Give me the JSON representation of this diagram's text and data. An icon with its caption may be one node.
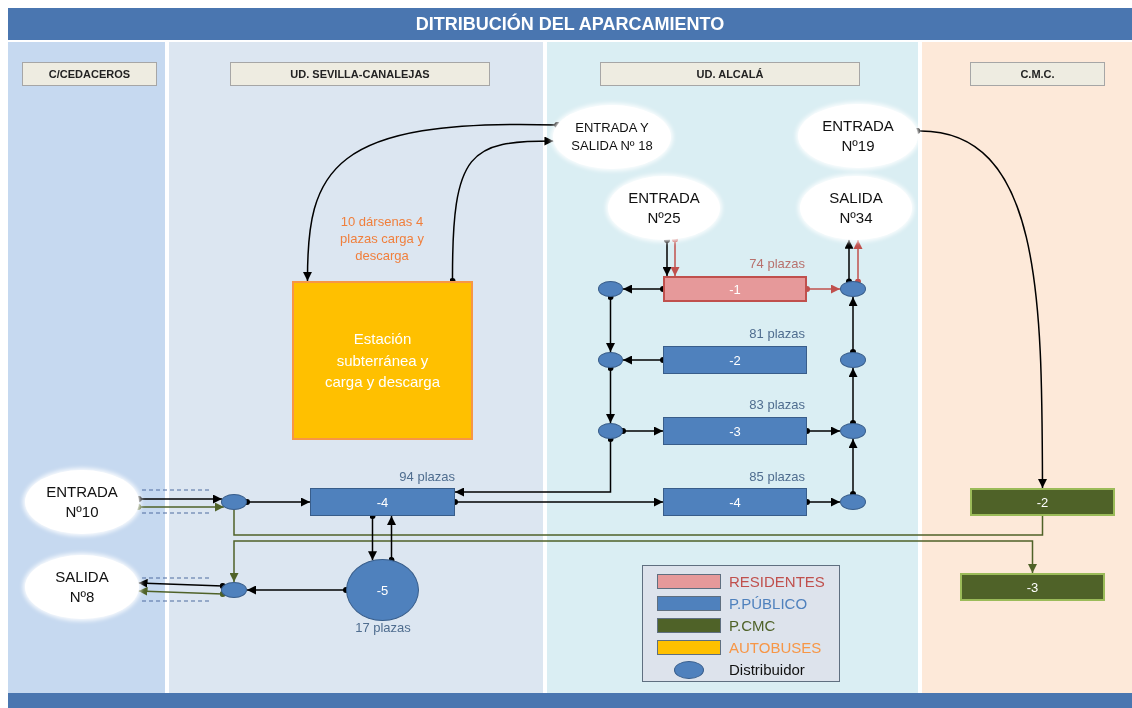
{
  "diagram": {
    "title": "DITRIBUCIÓN DEL APARCAMIENTO",
    "nodes": [
      {
        "text": [
          "C/CEDACEROS"
        ]
      },
      {
        "text": [
          "UD. SEVILLA-CANALEJAS"
        ]
      },
      {
        "text": [
          "UD. ALCALÁ"
        ]
      },
      {
        "text": [
          "C.M.C."
        ]
      },
      {
        "text": [
          "ENTRADA Y SALIDA Nº 18"
        ]
      },
      {
        "text": [
          "ENTRADA Nº19"
        ]
      },
      {
        "text": [
          "ENTRADA Nº25"
        ]
      },
      {
        "text": [
          "SALIDA Nº34"
        ]
      },
      {
        "text": [
          "Estación subterránea y carga y descarga"
        ],
        "beside": [
          "10 dársenas 4 plazas carga y descarga"
        ]
      },
      {
        "text": [],
        "shape": "circle"
      },
      {
        "text": [
          "-1"
        ],
        "beside": [
          "74 plazas"
        ]
      },
      {
        "text": [],
        "shape": "circle"
      },
      {
        "text": [],
        "shape": "circle"
      },
      {
        "text": [
          "-2"
        ],
        "beside": [
          "81 plazas"
        ]
      },
      {
        "text": [],
        "shape": "circle"
      },
      {
        "text": [],
        "shape": "circle"
      },
      {
        "text": [
          "-3"
        ],
        "beside": [
          "83 plazas"
        ]
      },
      {
        "text": [],
        "shape": "circle"
      },
      {
        "text": [
          "ENTRADA Nº10"
        ]
      },
      {
        "text": [],
        "shape": "circle"
      },
      {
        "text": [
          "-4"
        ],
        "beside": [
          "94 plazas"
        ]
      },
      {
        "text": [
          "-4"
        ],
        "beside": [
          "85 plazas"
        ]
      },
      {
        "text": [],
        "shape": "circle"
      },
      {
        "text": [
          "-2"
        ]
      },
      {
        "text": [
          "SALIDA Nº8"
        ]
      },
      {
        "text": [],
        "shape": "circle"
      },
      {
        "text": [
          "-5"
        ],
        "beside": [
          "17 plazas"
        ]
      },
      {
        "text": [
          "-3"
        ]
      }
    ],
    "edges": [
      {
        "from": 4,
        "to": 8,
        "arrow": "to"
      },
      {
        "from": 8,
        "to": 4,
        "arrow": "to"
      },
      {
        "from": 5,
        "to": 23,
        "arrow": "to"
      },
      {
        "from": 6,
        "to": 10,
        "arrow": "to"
      },
      {
        "from": 6,
        "to": 10,
        "arrow": "to",
        "color": "#c0504d"
      },
      {
        "from": 11,
        "to": 7,
        "arrow": "to"
      },
      {
        "from": 11,
        "to": 7,
        "arrow": "to",
        "color": "#c0504d"
      },
      {
        "from": 10,
        "to": 9,
        "arrow": "to"
      },
      {
        "from": 10,
        "to": 11,
        "arrow": "to",
        "color": "#c0504d"
      },
      {
        "from": 9,
        "to": 12,
        "arrow": "to"
      },
      {
        "from": 13,
        "to": 12,
        "arrow": "to"
      },
      {
        "from": 12,
        "to": 15,
        "arrow": "to"
      },
      {
        "from": 15,
        "to": 16,
        "arrow": "to"
      },
      {
        "from": 16,
        "to": 17,
        "arrow": "to"
      },
      {
        "from": 14,
        "to": 11,
        "arrow": "to"
      },
      {
        "from": 17,
        "to": 14,
        "arrow": "to"
      },
      {
        "from": 22,
        "to": 17,
        "arrow": "to"
      },
      {
        "from": 21,
        "to": 22,
        "arrow": "to"
      },
      {
        "from": 15,
        "to": 20,
        "arrow": "to"
      },
      {
        "from": 20,
        "to": 21,
        "arrow": "to"
      },
      {
        "from": 18,
        "to": 19,
        "arrow": "to"
      },
      {
        "from": 18,
        "to": 19,
        "arrow": "to",
        "color": "#4f6228"
      },
      {
        "from": 19,
        "to": 23,
        "arrow": "none",
        "color": "#4f6228"
      },
      {
        "from": 25,
        "to": 27,
        "arrow": "both",
        "color": "#4f6228"
      },
      {
        "from": 19,
        "to": 20,
        "arrow": "to"
      },
      {
        "from": 20,
        "to": 26,
        "arrow": "to"
      },
      {
        "from": 26,
        "to": 20,
        "arrow": "to"
      },
      {
        "from": 26,
        "to": 25,
        "arrow": "to"
      },
      {
        "from": 25,
        "to": 24,
        "arrow": "to"
      },
      {
        "from": 25,
        "to": 24,
        "arrow": "to",
        "color": "#4f6228"
      }
    ],
    "legend": [
      {
        "text": "RESIDENTES",
        "color": "#e6999a"
      },
      {
        "text": "P.PÚBLICO",
        "color": "#4f81bd"
      },
      {
        "text": "P.CMC",
        "color": "#4f6228"
      },
      {
        "text": "AUTOBUSES",
        "color": "#ffc000"
      },
      {
        "text": "Distribuidor"
      }
    ]
  }
}
